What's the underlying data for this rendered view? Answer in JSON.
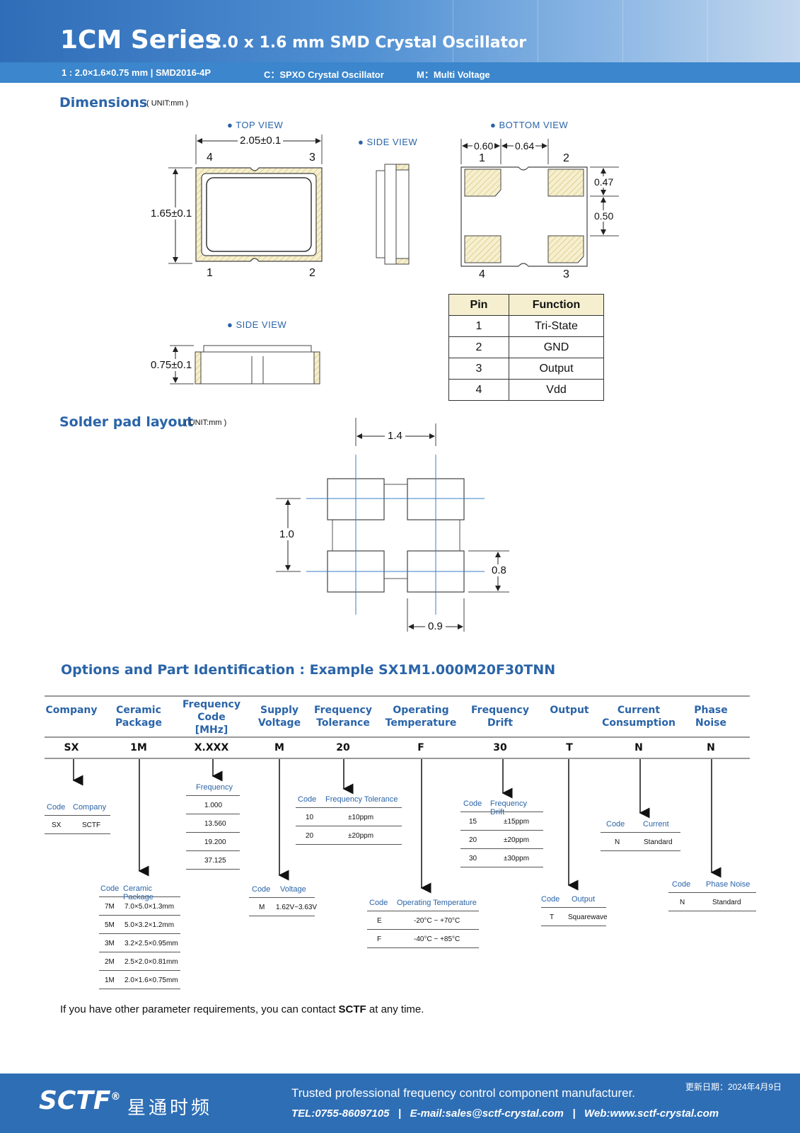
{
  "header": {
    "title": "1CM Series",
    "subtitle": "2.0 x 1.6 mm SMD Crystal Oscillator",
    "strip": [
      "1 : 2.0×1.6×0.75 mm | SMD2016-4P",
      "C：SPXO Crystal Oscillator",
      "M：Multi Voltage"
    ]
  },
  "dimensions": {
    "title": "Dimensions",
    "unit": "( UNIT:mm )",
    "top_view": "● TOP VIEW",
    "side_view": "● SIDE VIEW",
    "bottom_view": "● BOTTOM VIEW",
    "side_view_2": "● SIDE VIEW",
    "top_width": "2.05±0.1",
    "top_height": "1.65±0.1",
    "thickness": "0.75±0.1",
    "bottom_a": "0.60",
    "bottom_b": "0.64",
    "bottom_c": "0.47",
    "bottom_d": "0.50",
    "pin_labels": [
      "1",
      "2",
      "3",
      "4"
    ]
  },
  "pin_table": {
    "headers": [
      "Pin",
      "Function"
    ],
    "rows": [
      [
        "1",
        "Tri-State"
      ],
      [
        "2",
        "GND"
      ],
      [
        "3",
        "Output"
      ],
      [
        "4",
        "Vdd"
      ]
    ]
  },
  "solder": {
    "title": "Solder pad layout",
    "unit": "( UNIT:mm )",
    "w": "1.4",
    "h": "1.0",
    "pad_h": "0.8",
    "pad_w": "0.9"
  },
  "options": {
    "title": "Options and Part Identification :  Example SX1M1.000M20F30TNN",
    "columns": [
      {
        "head": "Company",
        "code": "SX"
      },
      {
        "head": "Ceramic\nPackage",
        "code": "1M"
      },
      {
        "head": "Frequency\nCode\n[MHz]",
        "code": "X.XXX"
      },
      {
        "head": "Supply\nVoltage",
        "code": "M"
      },
      {
        "head": "Frequency\nTolerance",
        "code": "20"
      },
      {
        "head": "Operating\nTemperature",
        "code": "F"
      },
      {
        "head": "Frequency\nDrift",
        "code": "30"
      },
      {
        "head": "Output",
        "code": "T"
      },
      {
        "head": "Current\nConsumption",
        "code": "N"
      },
      {
        "head": "Phase\nNoise",
        "code": "N"
      }
    ],
    "company": {
      "h1": "Code",
      "h2": "Company",
      "rows": [
        [
          "SX",
          "SCTF"
        ]
      ]
    },
    "package": {
      "h1": "Code",
      "h2": "Ceramic Package",
      "rows": [
        [
          "7M",
          "7.0×5.0×1.3mm"
        ],
        [
          "5M",
          "5.0×3.2×1.2mm"
        ],
        [
          "3M",
          "3.2×2.5×0.95mm"
        ],
        [
          "2M",
          "2.5×2.0×0.81mm"
        ],
        [
          "1M",
          "2.0×1.6×0.75mm"
        ]
      ]
    },
    "frequency": {
      "h": "Frequency",
      "rows": [
        "1.000",
        "13.560",
        "19.200",
        "37.125"
      ]
    },
    "voltage": {
      "h1": "Code",
      "h2": "Voltage",
      "rows": [
        [
          "M",
          "1.62V~3.63V"
        ]
      ]
    },
    "tolerance": {
      "h1": "Code",
      "h2": "Frequency Tolerance",
      "rows": [
        [
          "10",
          "±10ppm"
        ],
        [
          "20",
          "±20ppm"
        ]
      ]
    },
    "temperature": {
      "h1": "Code",
      "h2": "Operating Temperature",
      "rows": [
        [
          "E",
          "-20°C ~ +70°C"
        ],
        [
          "F",
          "-40°C ~ +85°C"
        ]
      ]
    },
    "drift": {
      "h1": "Code",
      "h2": "Frequency Drift",
      "rows": [
        [
          "15",
          "±15ppm"
        ],
        [
          "20",
          "±20ppm"
        ],
        [
          "30",
          "±30ppm"
        ]
      ]
    },
    "output": {
      "h1": "Code",
      "h2": "Output",
      "rows": [
        [
          "T",
          "Squarewave"
        ]
      ]
    },
    "current": {
      "h1": "Code",
      "h2": "Current",
      "rows": [
        [
          "N",
          "Standard"
        ]
      ]
    },
    "phase": {
      "h1": "Code",
      "h2": "Phase Noise",
      "rows": [
        [
          "N",
          "Standard"
        ]
      ]
    }
  },
  "note": {
    "before": "If you have other parameter requirements, you can contact ",
    "brand": "SCTF",
    "after": " at any time."
  },
  "footer": {
    "logo": "SCTF",
    "logo_mark": "®",
    "logo_cn": "星通时频",
    "tagline": "Trusted professional frequency control component manufacturer.",
    "contact": "TEL:0755-86097105   |   E-mail:sales@sctf-crystal.com   |   Web:www.sctf-crystal.com",
    "date": "更新日期：2024年4月9日"
  }
}
